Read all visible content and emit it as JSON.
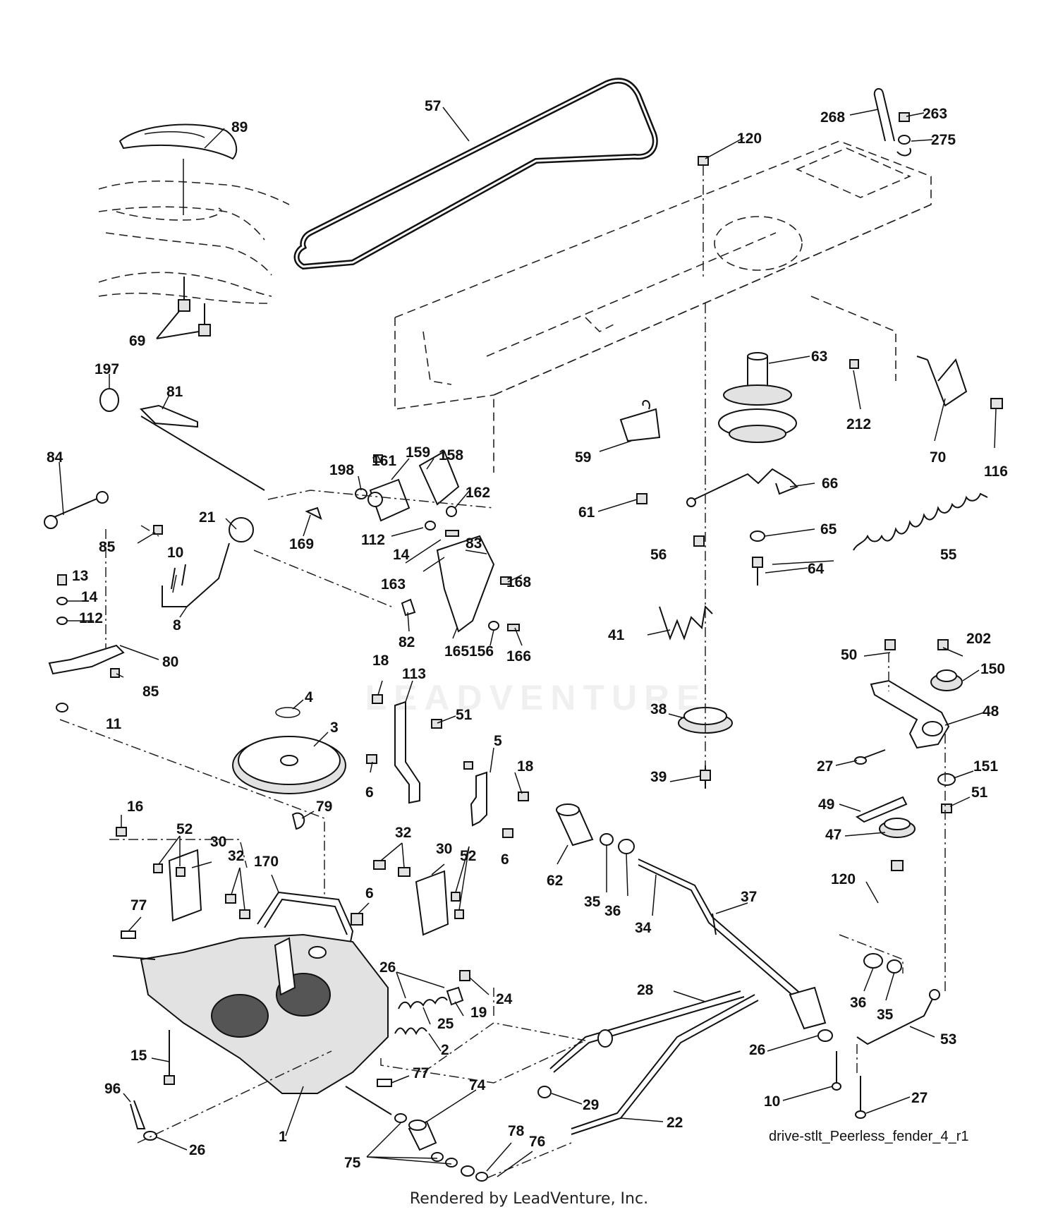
{
  "diagram": {
    "drawing_id": "drive-stlt_Peerless_fender_4_r1",
    "footer": "Rendered by LeadVenture, Inc.",
    "watermark": "LEADVENTURE",
    "callouts": [
      {
        "id": "c57",
        "label": "57"
      },
      {
        "id": "c89",
        "label": "89"
      },
      {
        "id": "c268",
        "label": "268"
      },
      {
        "id": "c263",
        "label": "263"
      },
      {
        "id": "c275",
        "label": "275"
      },
      {
        "id": "c120a",
        "label": "120"
      },
      {
        "id": "c69",
        "label": "69"
      },
      {
        "id": "c63",
        "label": "63"
      },
      {
        "id": "c197",
        "label": "197"
      },
      {
        "id": "c81",
        "label": "81"
      },
      {
        "id": "c212",
        "label": "212"
      },
      {
        "id": "c70",
        "label": "70"
      },
      {
        "id": "c116",
        "label": "116"
      },
      {
        "id": "c84",
        "label": "84"
      },
      {
        "id": "c198",
        "label": "198"
      },
      {
        "id": "c161",
        "label": "161"
      },
      {
        "id": "c159",
        "label": "159"
      },
      {
        "id": "c158",
        "label": "158"
      },
      {
        "id": "c59",
        "label": "59"
      },
      {
        "id": "c162",
        "label": "162"
      },
      {
        "id": "c66",
        "label": "66"
      },
      {
        "id": "c21",
        "label": "21"
      },
      {
        "id": "c61",
        "label": "61"
      },
      {
        "id": "c85a",
        "label": "85"
      },
      {
        "id": "c169",
        "label": "169"
      },
      {
        "id": "c112a",
        "label": "112"
      },
      {
        "id": "c65",
        "label": "65"
      },
      {
        "id": "c83",
        "label": "83"
      },
      {
        "id": "c10a",
        "label": "10"
      },
      {
        "id": "c14a",
        "label": "14"
      },
      {
        "id": "c56",
        "label": "56"
      },
      {
        "id": "c55",
        "label": "55"
      },
      {
        "id": "c13",
        "label": "13"
      },
      {
        "id": "c163",
        "label": "163"
      },
      {
        "id": "c168",
        "label": "168"
      },
      {
        "id": "c64",
        "label": "64"
      },
      {
        "id": "c14b",
        "label": "14"
      },
      {
        "id": "c112b",
        "label": "112"
      },
      {
        "id": "c8",
        "label": "8"
      },
      {
        "id": "c82",
        "label": "82"
      },
      {
        "id": "c165",
        "label": "165"
      },
      {
        "id": "c156",
        "label": "156"
      },
      {
        "id": "c166",
        "label": "166"
      },
      {
        "id": "c41",
        "label": "41"
      },
      {
        "id": "c80",
        "label": "80"
      },
      {
        "id": "c50",
        "label": "50"
      },
      {
        "id": "c202",
        "label": "202"
      },
      {
        "id": "c150",
        "label": "150"
      },
      {
        "id": "c18a",
        "label": "18"
      },
      {
        "id": "c113",
        "label": "113"
      },
      {
        "id": "c85b",
        "label": "85"
      },
      {
        "id": "c4",
        "label": "4"
      },
      {
        "id": "c48",
        "label": "48"
      },
      {
        "id": "c38",
        "label": "38"
      },
      {
        "id": "c51a",
        "label": "51"
      },
      {
        "id": "c11",
        "label": "11"
      },
      {
        "id": "c3",
        "label": "3"
      },
      {
        "id": "c5",
        "label": "5"
      },
      {
        "id": "c27a",
        "label": "27"
      },
      {
        "id": "c151",
        "label": "151"
      },
      {
        "id": "c18b",
        "label": "18"
      },
      {
        "id": "c6a",
        "label": "6"
      },
      {
        "id": "c39",
        "label": "39"
      },
      {
        "id": "c51b",
        "label": "51"
      },
      {
        "id": "c16",
        "label": "16"
      },
      {
        "id": "c49",
        "label": "49"
      },
      {
        "id": "c79",
        "label": "79"
      },
      {
        "id": "c62",
        "label": "62"
      },
      {
        "id": "c52a",
        "label": "52"
      },
      {
        "id": "c47",
        "label": "47"
      },
      {
        "id": "c30a",
        "label": "30"
      },
      {
        "id": "c32a",
        "label": "32"
      },
      {
        "id": "c32b",
        "label": "32"
      },
      {
        "id": "c30b",
        "label": "30"
      },
      {
        "id": "c52b",
        "label": "52"
      },
      {
        "id": "c170",
        "label": "170"
      },
      {
        "id": "c6b",
        "label": "6"
      },
      {
        "id": "c120b",
        "label": "120"
      },
      {
        "id": "c35a",
        "label": "35"
      },
      {
        "id": "c36a",
        "label": "36"
      },
      {
        "id": "c37",
        "label": "37"
      },
      {
        "id": "c77a",
        "label": "77"
      },
      {
        "id": "c6c",
        "label": "6"
      },
      {
        "id": "c34",
        "label": "34"
      },
      {
        "id": "c26a",
        "label": "26"
      },
      {
        "id": "c28",
        "label": "28"
      },
      {
        "id": "c24",
        "label": "24"
      },
      {
        "id": "c19",
        "label": "19"
      },
      {
        "id": "c25",
        "label": "25"
      },
      {
        "id": "c36b",
        "label": "36"
      },
      {
        "id": "c35b",
        "label": "35"
      },
      {
        "id": "c53",
        "label": "53"
      },
      {
        "id": "c2",
        "label": "2"
      },
      {
        "id": "c15",
        "label": "15"
      },
      {
        "id": "c26b",
        "label": "26"
      },
      {
        "id": "c77b",
        "label": "77"
      },
      {
        "id": "c74",
        "label": "74"
      },
      {
        "id": "c29",
        "label": "29"
      },
      {
        "id": "c96",
        "label": "96"
      },
      {
        "id": "c10b",
        "label": "10"
      },
      {
        "id": "c27b",
        "label": "27"
      },
      {
        "id": "c1",
        "label": "1"
      },
      {
        "id": "c22",
        "label": "22"
      },
      {
        "id": "c78",
        "label": "78"
      },
      {
        "id": "c76",
        "label": "76"
      },
      {
        "id": "c26c",
        "label": "26"
      },
      {
        "id": "c75",
        "label": "75"
      }
    ]
  }
}
